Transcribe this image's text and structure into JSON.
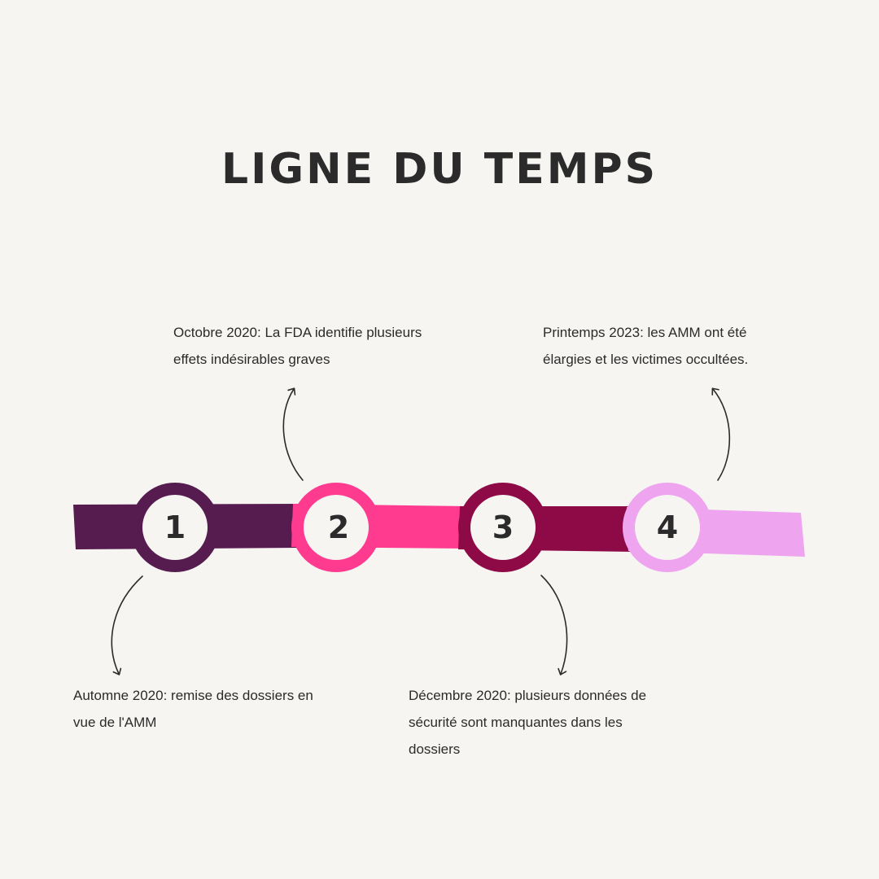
{
  "title": "LIGNE DU TEMPS",
  "colors": {
    "step_1": "#571c4f",
    "step_2": "#ff3b90",
    "step_3": "#8d0a47",
    "step_4": "#eea4ee",
    "background": "#f7f5f2",
    "text": "#2b2b2b"
  },
  "steps": [
    {
      "number": "1",
      "text": "Automne 2020: remise des dossiers en vue de l'AMM"
    },
    {
      "number": "2",
      "text": "Octobre 2020: La FDA identifie plusieurs effets indésirables graves"
    },
    {
      "number": "3",
      "text": "Décembre 2020: plusieurs données de sécurité sont manquantes dans les dossiers"
    },
    {
      "number": "4",
      "text": "Printemps 2023: les AMM ont été élargies et les victimes occultées."
    }
  ]
}
